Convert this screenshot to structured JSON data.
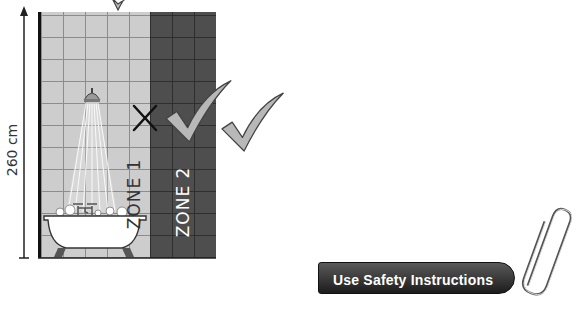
{
  "diagram": {
    "nodes": [
      {
        "text": [
          "ZONE 1"
        ]
      },
      {
        "text": [
          "ZONE 2"
        ]
      },
      {
        "text": [
          "Use Safety Instructions"
        ]
      }
    ],
    "labels": [
      "260 cm"
    ]
  }
}
